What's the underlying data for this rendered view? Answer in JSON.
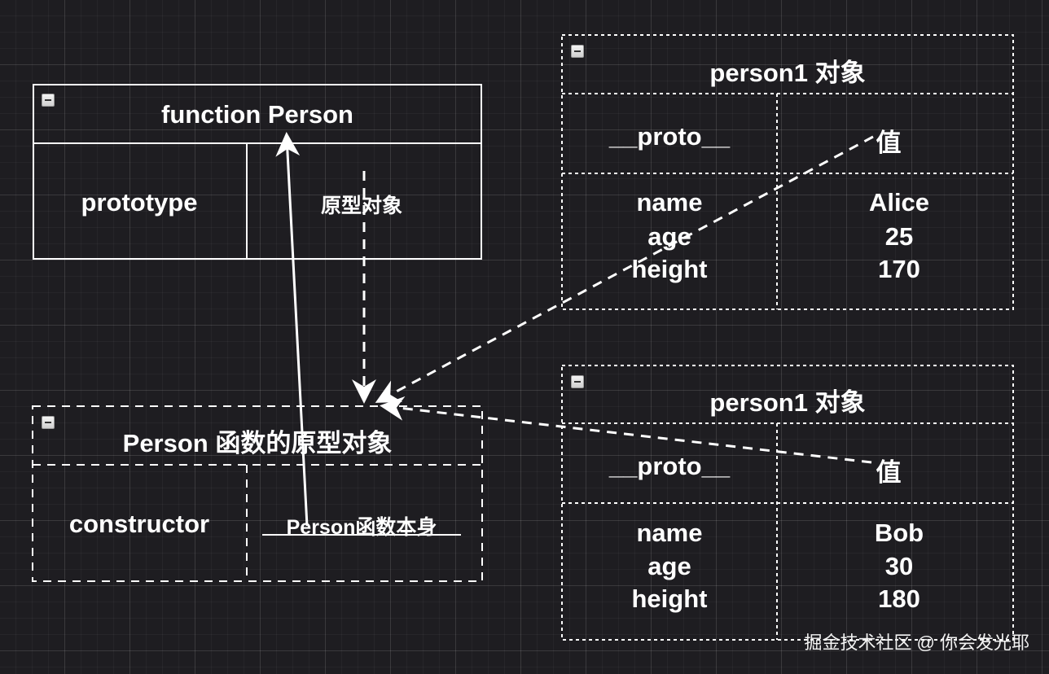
{
  "function_box": {
    "title": "function Person",
    "key": "prototype",
    "value": "原型对象"
  },
  "prototype_box": {
    "title": "Person 函数的原型对象",
    "key": "constructor",
    "value": "Person函数本身"
  },
  "person_alice": {
    "title": "person1 对象",
    "proto_key": "__proto__",
    "proto_value": "值",
    "prop_keys": [
      "name",
      "age",
      "height"
    ],
    "prop_values": [
      "Alice",
      "25",
      "170"
    ]
  },
  "person_bob": {
    "title": "person1 对象",
    "proto_key": "__proto__",
    "proto_value": "值",
    "prop_keys": [
      "name",
      "age",
      "height"
    ],
    "prop_values": [
      "Bob",
      "30",
      "180"
    ]
  },
  "watermark": "掘金技术社区 @ 你会发光耶",
  "colors": {
    "background": "#1e1d21",
    "line": "#ffffff"
  }
}
